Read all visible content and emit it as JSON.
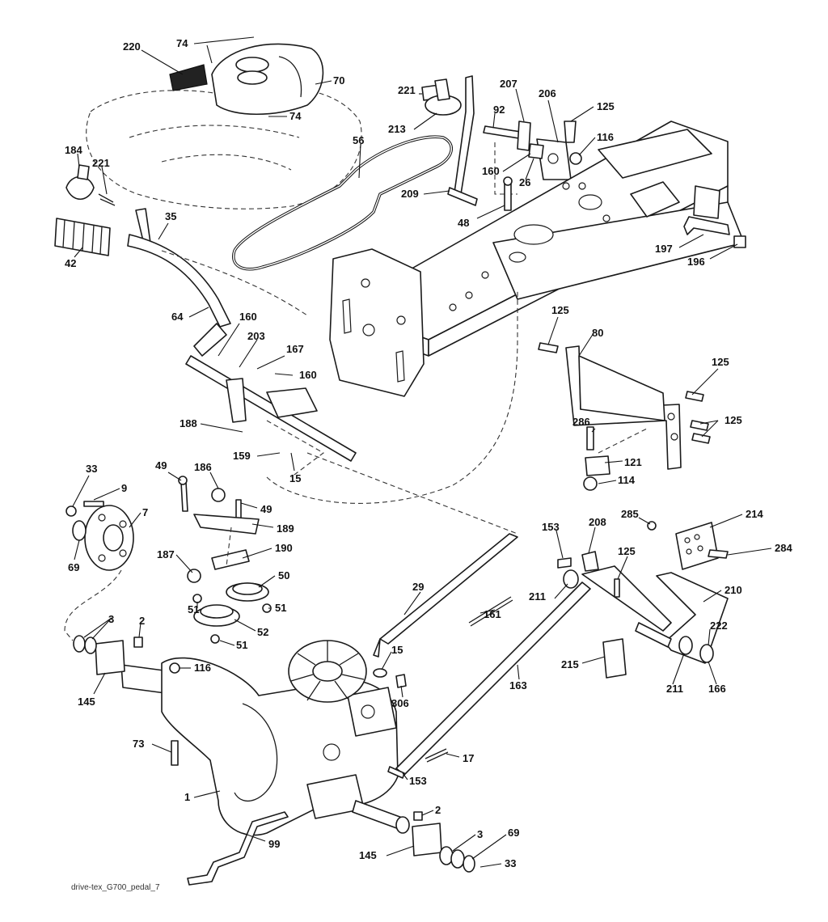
{
  "caption": "drive-tex_G700_pedal_7",
  "callouts": [
    "220",
    "74",
    "70",
    "74",
    "184",
    "221",
    "42",
    "35",
    "64",
    "160",
    "203",
    "167",
    "160",
    "188",
    "159",
    "15",
    "56",
    "221",
    "213",
    "207",
    "92",
    "206",
    "125",
    "116",
    "160",
    "26",
    "209",
    "48",
    "197",
    "196",
    "125",
    "80",
    "125",
    "125",
    "286",
    "121",
    "114",
    "33",
    "9",
    "7",
    "69",
    "49",
    "186",
    "49",
    "189",
    "190",
    "187",
    "50",
    "51",
    "51",
    "52",
    "51",
    "3",
    "2",
    "145",
    "116",
    "73",
    "1",
    "99",
    "29",
    "15",
    "306",
    "161",
    "153",
    "208",
    "211",
    "125",
    "285",
    "214",
    "284",
    "210",
    "222",
    "211",
    "166",
    "215",
    "163",
    "17",
    "153",
    "2",
    "145",
    "3",
    "69",
    "33"
  ]
}
